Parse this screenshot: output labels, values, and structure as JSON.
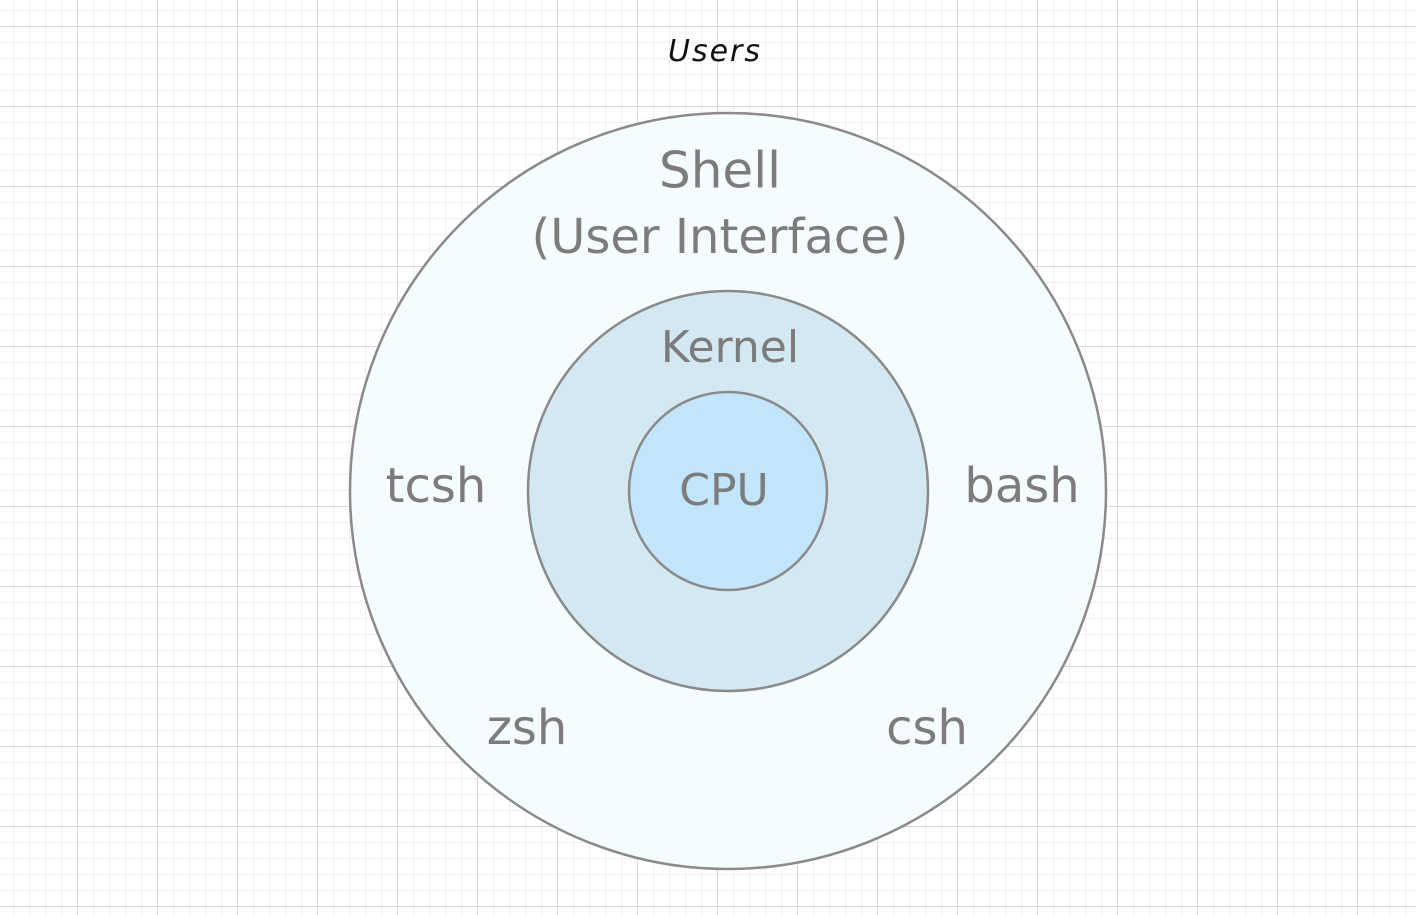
{
  "title": "Users",
  "layers": {
    "shell": {
      "label": "Shell",
      "sublabel": "(User Interface)",
      "fill": "#f4fcfe",
      "stroke": "#8a8a8a"
    },
    "kernel": {
      "label": "Kernel",
      "fill": "#d4e8f2",
      "stroke": "#8a8a8a"
    },
    "cpu": {
      "label": "CPU",
      "fill": "#c2e5fb",
      "stroke": "#8a8a8a"
    }
  },
  "shells": {
    "tcsh": "tcsh",
    "bash": "bash",
    "zsh": "zsh",
    "csh": "csh"
  },
  "colors": {
    "label_text": "#7c7c7c",
    "title_text": "#111111",
    "grid_major": "#d9d9d9",
    "grid_minor": "#efefef"
  }
}
